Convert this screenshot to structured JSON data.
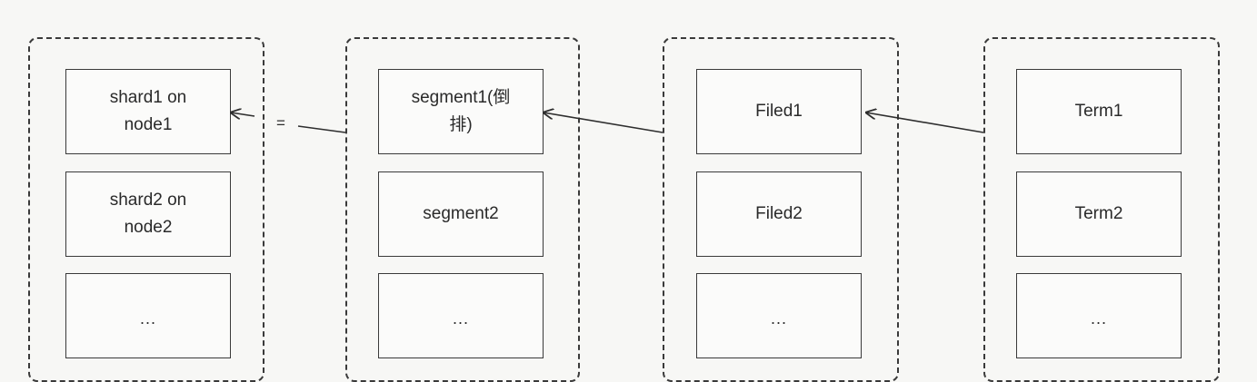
{
  "columns": [
    {
      "id": "shards",
      "items": [
        "shard1 on\nnode1",
        "shard2 on\nnode2",
        "..."
      ]
    },
    {
      "id": "segments",
      "items": [
        "segment1(倒\n排)",
        "segment2",
        "..."
      ]
    },
    {
      "id": "fields",
      "items": [
        "Filed1",
        "Filed2",
        "..."
      ]
    },
    {
      "id": "terms",
      "items": [
        "Term1",
        "Term2",
        "..."
      ]
    }
  ],
  "equals_label": "="
}
